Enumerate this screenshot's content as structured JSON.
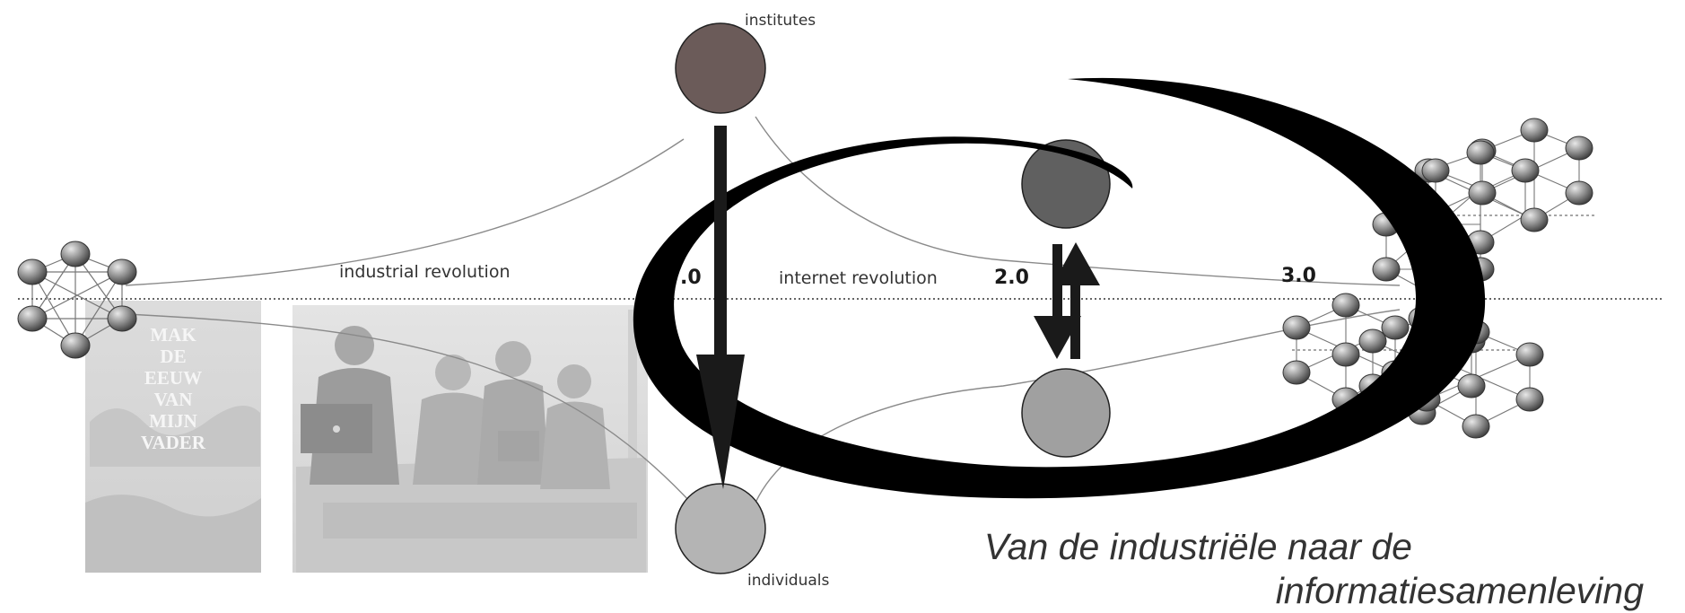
{
  "nodes": {
    "institutes": "institutes",
    "individuals": "individuals"
  },
  "revolutions": {
    "industrial": "industrial revolution",
    "internet": "internet revolution"
  },
  "phases": {
    "web1": ".0",
    "web2": "2.0",
    "web3": "3.0"
  },
  "book_cover": {
    "lines": [
      "MAK",
      "DE",
      "EEUW",
      "VAN",
      "MIJN",
      "VADER"
    ]
  },
  "caption": {
    "line1": "Van de industriële naar de",
    "line2": "informatiesamenleving"
  },
  "colors": {
    "institutes_node": "#6b5b59",
    "individuals_node": "#b4b4b4",
    "mid_top_node": "#606060",
    "mid_bottom_node": "#a0a0a0",
    "network_node": "#8c8c8c",
    "ring": "#000000"
  }
}
